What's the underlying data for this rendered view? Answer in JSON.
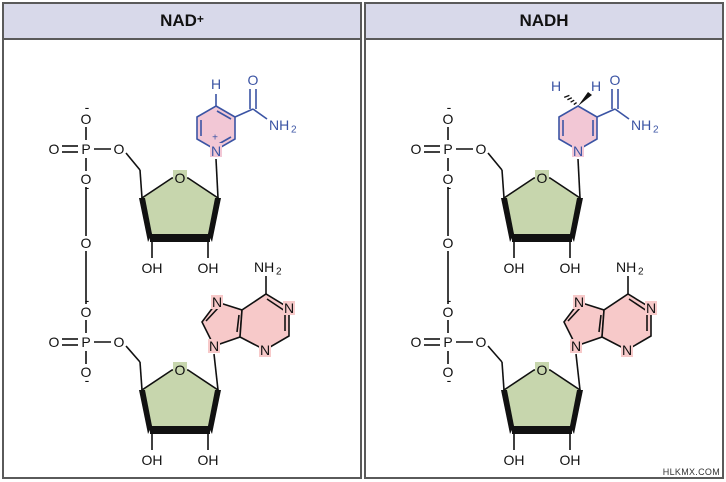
{
  "panels": {
    "left": {
      "title": "NAD",
      "title_superscript": "+"
    },
    "right": {
      "title": "NADH"
    }
  },
  "labels": {
    "phosphate_o_minus": "O",
    "minus": "-",
    "o_double": "O",
    "eq": "=",
    "p": "P",
    "o": "O",
    "oh": "OH",
    "n": "N",
    "n_plus": "+",
    "h": "H",
    "nh2_prefix": "NH",
    "nh2_sub": "2"
  },
  "colors": {
    "nicotinamide_ring": "#f2c7d5",
    "adenine_ring": "#f7c9c9",
    "ribose_ring": "#c7d6ad",
    "blue_atom": "#3b54a4",
    "header_bg": "#d8d9ea",
    "border": "#5a5a5a"
  },
  "watermark": "HLKMX.COM"
}
